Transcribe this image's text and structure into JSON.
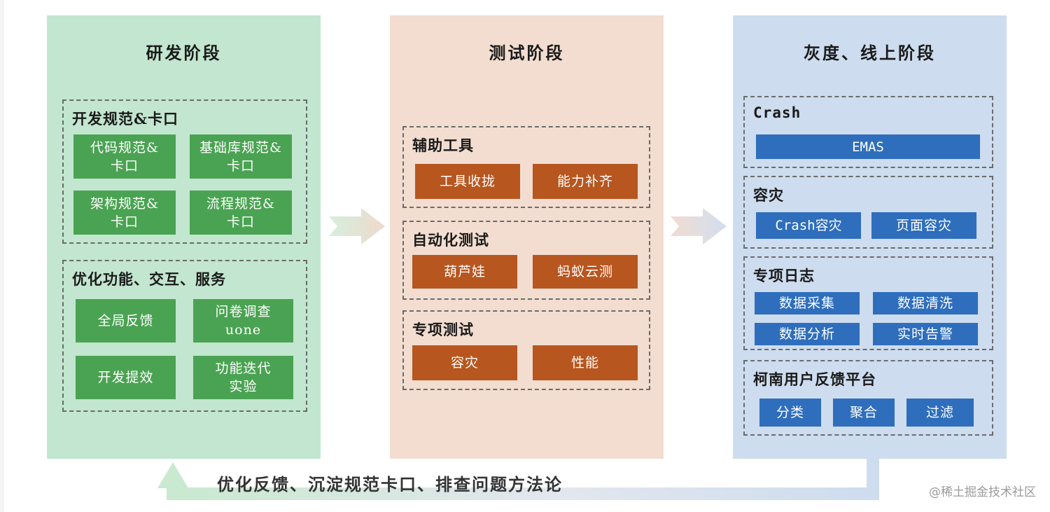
{
  "columns": {
    "dev": {
      "title": "研发阶段",
      "groups": [
        {
          "title": "开发规范&卡口",
          "items": [
            "代码规范&\n卡口",
            "基础库规范&\n卡口",
            "架构规范&\n卡口",
            "流程规范&\n卡口"
          ]
        },
        {
          "title": "优化功能、交互、服务",
          "items": [
            "全局反馈",
            "问卷调查\nuone",
            "开发提效",
            "功能迭代\n实验"
          ]
        }
      ]
    },
    "test": {
      "title": "测试阶段",
      "groups": [
        {
          "title": "辅助工具",
          "items": [
            "工具收拢",
            "能力补齐"
          ]
        },
        {
          "title": "自动化测试",
          "items": [
            "葫芦娃",
            "蚂蚁云测"
          ]
        },
        {
          "title": "专项测试",
          "items": [
            "容灾",
            "性能"
          ]
        }
      ]
    },
    "online": {
      "title": "灰度、线上阶段",
      "groups": [
        {
          "title": "Crash",
          "items": [
            "EMAS"
          ]
        },
        {
          "title": "容灾",
          "items": [
            "Crash容灾",
            "页面容灾"
          ]
        },
        {
          "title": "专项日志",
          "items": [
            "数据采集",
            "数据清洗",
            "数据分析",
            "实时告警"
          ]
        },
        {
          "title": "柯南用户反馈平台",
          "items": [
            "分类",
            "聚合",
            "过滤"
          ]
        }
      ]
    }
  },
  "feedback_loop": {
    "label": "优化反馈、沉淀规范卡口、排查问题方法论"
  },
  "watermark": "@稀土掘金技术社区",
  "colors": {
    "dev_bg": "#c2e6cf",
    "dev_chip": "#4aa352",
    "test_bg": "#f2ddd0",
    "test_chip": "#b7561f",
    "online_bg": "#cddcee",
    "online_chip": "#2e6ebd"
  }
}
